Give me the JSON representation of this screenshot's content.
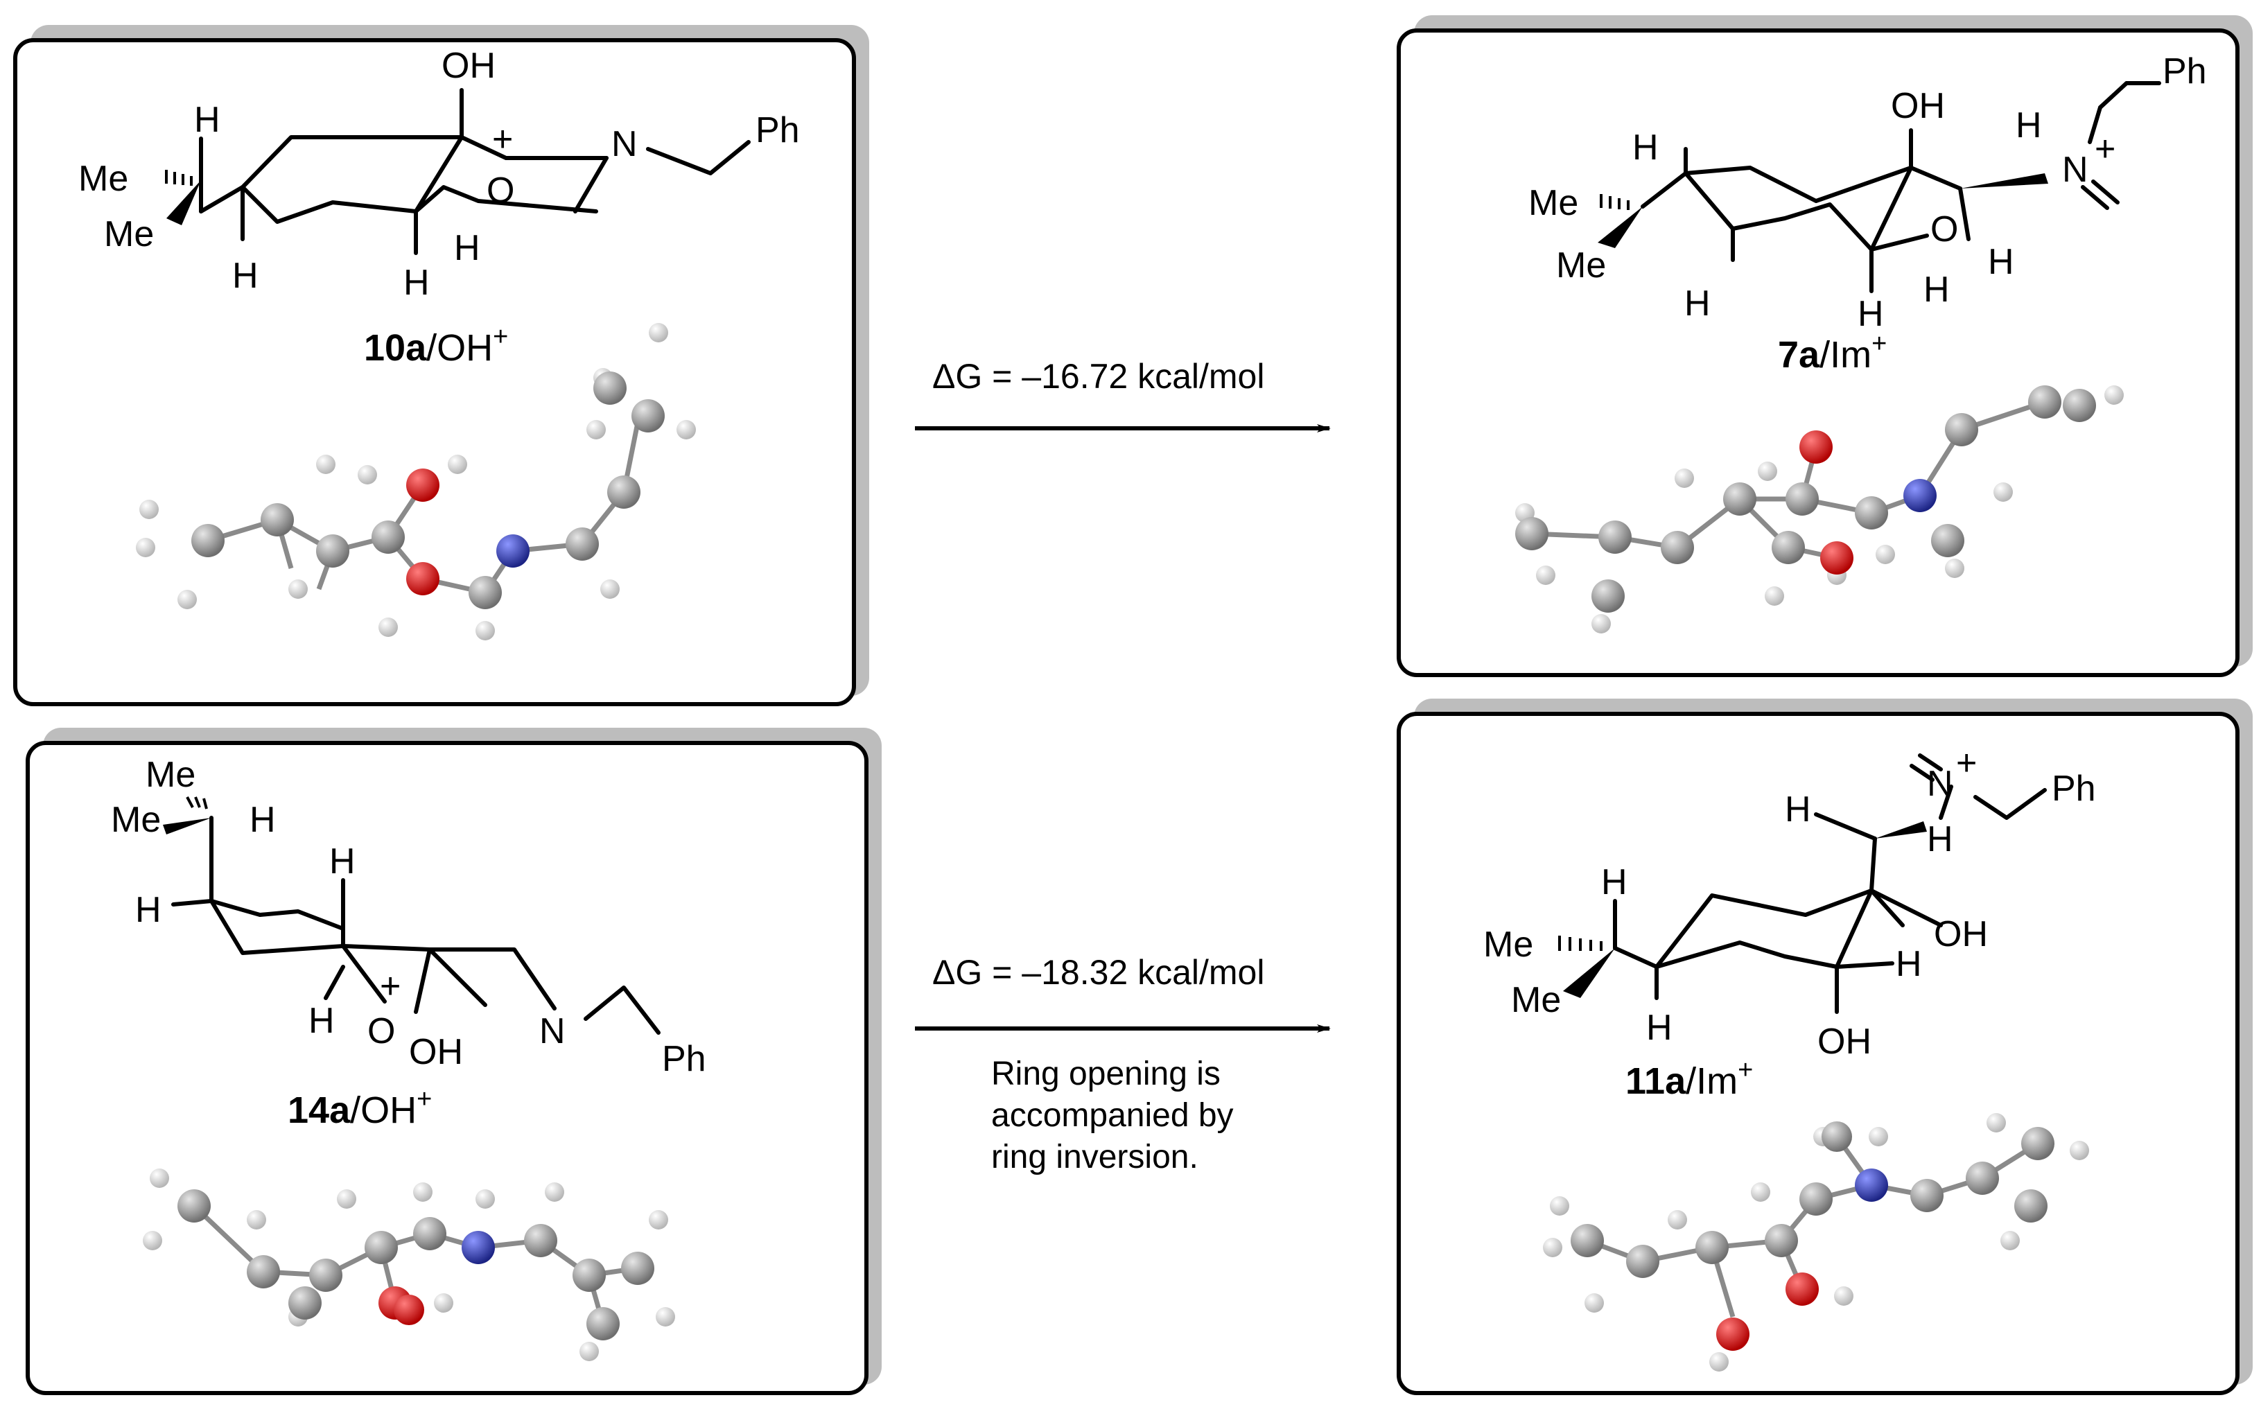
{
  "colors": {
    "oxygen": "#e8151c",
    "nitrogen": "#2a36a8",
    "carbon": "#8c8c8c",
    "hydrogen": "#f2f2f2",
    "panel_shadow": "#bdbdbd"
  },
  "atoms": {
    "me": "Me",
    "h": "H",
    "oh": "OH",
    "o": "O",
    "n": "N",
    "ph": "Ph",
    "plus": "+"
  },
  "panels": {
    "tl": {
      "id": "10a",
      "suffix": "/OH",
      "charge": "+"
    },
    "tr": {
      "id": "7a",
      "suffix": "/Im",
      "charge": "+"
    },
    "bl": {
      "id": "14a",
      "suffix": "/OH",
      "charge": "+"
    },
    "br": {
      "id": "11a",
      "suffix": "/Im",
      "charge": "+"
    }
  },
  "reactions": {
    "top": {
      "energy": "ΔG =  –16.72 kcal/mol"
    },
    "bottom": {
      "energy": "ΔG =  –18.32 kcal/mol",
      "note": [
        "Ring opening is",
        "accompanied by",
        "ring inversion."
      ]
    }
  }
}
